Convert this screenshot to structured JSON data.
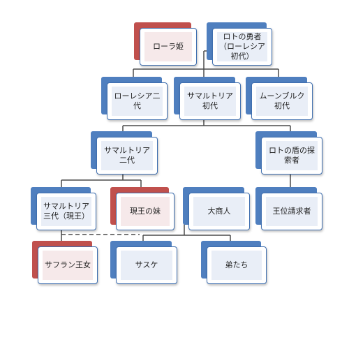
{
  "nodes": [
    {
      "id": "laura",
      "label": "ローラ姫",
      "gender": "female"
    },
    {
      "id": "roto_hero",
      "label": "ロトの勇者\n（ローレシア初代）",
      "gender": "male"
    },
    {
      "id": "lorasia2",
      "label": "ローレシア二代",
      "gender": "male"
    },
    {
      "id": "samaltria1",
      "label": "サマルトリア初代",
      "gender": "male"
    },
    {
      "id": "moonbrooke1",
      "label": "ムーンブルク初代",
      "gender": "male"
    },
    {
      "id": "samaltria2",
      "label": "サマルトリア二代",
      "gender": "male"
    },
    {
      "id": "roto_shield",
      "label": "ロトの盾の探索者",
      "gender": "male"
    },
    {
      "id": "samaltria3",
      "label": "サマルトリア三代（現王）",
      "gender": "male"
    },
    {
      "id": "king_sister",
      "label": "現王の妹",
      "gender": "female"
    },
    {
      "id": "merchant",
      "label": "大商人",
      "gender": "male"
    },
    {
      "id": "claimant",
      "label": "王位請求者",
      "gender": "male"
    },
    {
      "id": "saffron",
      "label": "サフラン王女",
      "gender": "female"
    },
    {
      "id": "sasuke",
      "label": "サスケ",
      "gender": "male"
    },
    {
      "id": "brothers",
      "label": "弟たち",
      "gender": "male"
    }
  ],
  "colors": {
    "male_back": "#4f7fbf",
    "female_back": "#c0504d",
    "connector": "#4a4a4a"
  }
}
